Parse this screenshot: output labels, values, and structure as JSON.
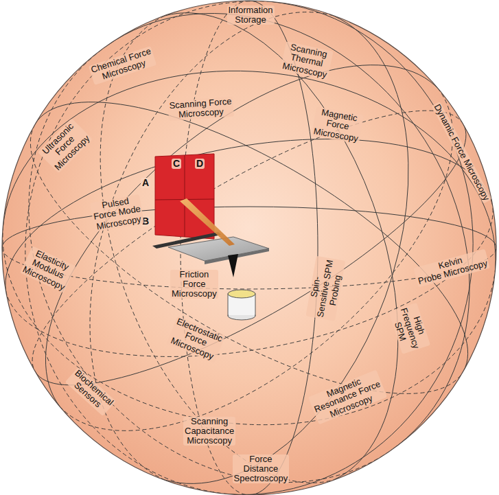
{
  "diagram": {
    "labels": [
      "Information Storage",
      "Chemical Force Microscopy",
      "Scanning Thermal Microscopy",
      "Dynamic Force Microscopy",
      "Scanning Force Microscopy",
      "Magnetic Force Microscopy",
      "Ultrasonic Force Microscopy",
      "C",
      "D",
      "A",
      "B",
      "Pulsed Force Mode Microscopy",
      "Elasticity Modulus Microscopy",
      "Friction Force Microscopy",
      "Spin-Sensitive SPM Probing",
      "Kelvin Probe Microscopy",
      "High Frequency SPM",
      "Electrostatic Force Microscopy",
      "Biochemical Sensors",
      "Magnetic Resonance Force Microscopy",
      "Scanning Capacitance Microscopy",
      "Force Distance Spectroscopy"
    ]
  }
}
